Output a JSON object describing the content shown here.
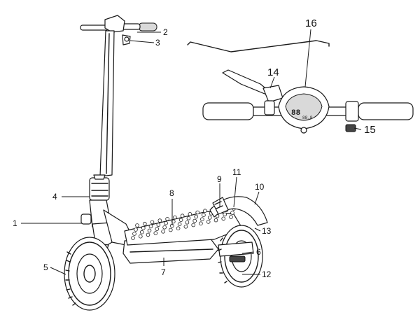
{
  "callouts": [
    {
      "id": "1",
      "label": "1"
    },
    {
      "id": "2",
      "label": "2"
    },
    {
      "id": "3",
      "label": "3"
    },
    {
      "id": "4",
      "label": "4"
    },
    {
      "id": "5",
      "label": "5"
    },
    {
      "id": "6",
      "label": "6"
    },
    {
      "id": "7",
      "label": "7"
    },
    {
      "id": "8",
      "label": "8"
    },
    {
      "id": "9",
      "label": "9"
    },
    {
      "id": "10",
      "label": "10"
    },
    {
      "id": "11",
      "label": "11"
    },
    {
      "id": "12",
      "label": "12"
    },
    {
      "id": "13",
      "label": "13"
    },
    {
      "id": "14",
      "label": "14"
    },
    {
      "id": "15",
      "label": "15"
    },
    {
      "id": "16",
      "label": "16"
    }
  ],
  "display": {
    "readout": "88.8",
    "digits": "88"
  }
}
